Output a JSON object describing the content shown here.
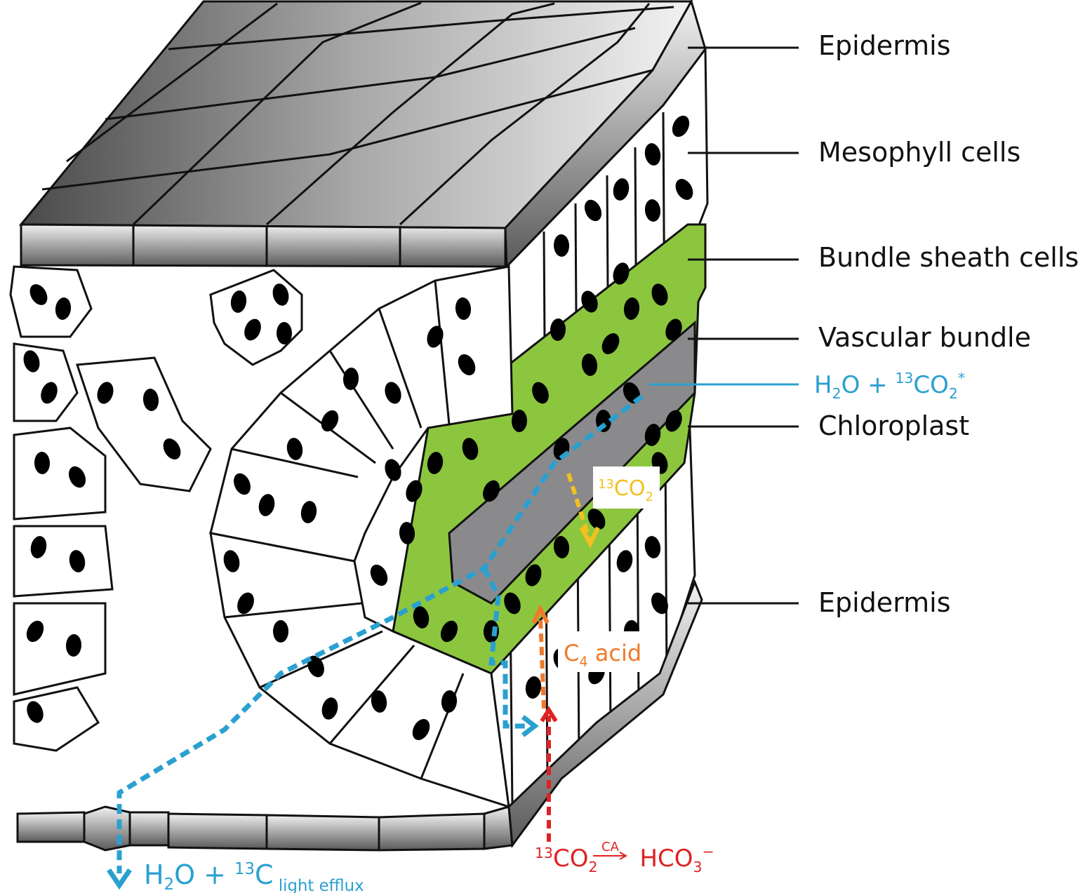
{
  "labels": {
    "epidermis_top": "Epidermis",
    "mesophyll": "Mesophyll cells",
    "bundle_sheath": "Bundle sheath cells",
    "vascular": "Vascular bundle",
    "chloroplast": "Chloroplast",
    "epidermis_bottom": "Epidermis"
  },
  "water_label": {
    "h": "H",
    "sub2": "2",
    "o_plus": "O + ",
    "sup13": "13",
    "co": "CO",
    "sub2b": "2",
    "star": "*"
  },
  "yellow_label": {
    "sup13": "13",
    "co": "CO",
    "sub2": "2"
  },
  "orange_label": {
    "c": "C",
    "sub4": "4",
    "acid": " acid"
  },
  "red_label": {
    "sup13": "13",
    "co": "CO",
    "sub2": "2",
    "ca": "CA",
    "hco": "HCO",
    "sub3": "3",
    "minus": "−"
  },
  "efflux_label": {
    "h": "H",
    "sub2": "2",
    "o_plus": "O  + ",
    "sup13": "13",
    "c": "C",
    "sub": " light efflux"
  },
  "colors": {
    "epidermis_dark": "#555555",
    "epidermis_light": "#e8e8e8",
    "bundle_sheath": "#8cc63f",
    "vascular": "#8a8a8c",
    "chloroplast": "#000000",
    "water_path": "#2aa0d0",
    "co2_yellow": "#f2c01f",
    "c4_acid_orange": "#f07a2a",
    "co2_red": "#e02222"
  }
}
